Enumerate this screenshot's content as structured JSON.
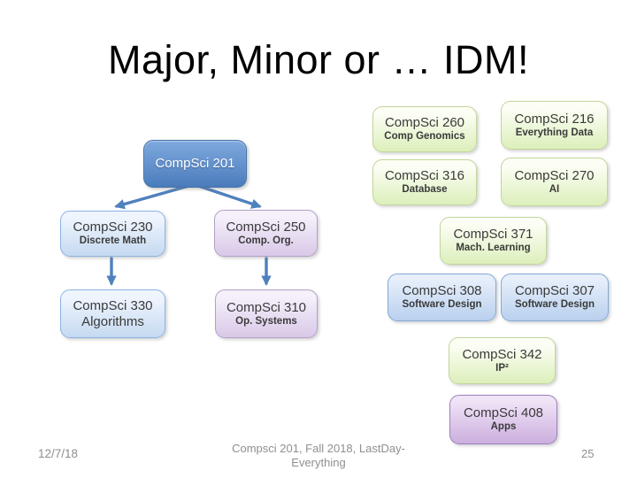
{
  "title": "Major, Minor or … IDM!",
  "boxes": {
    "cs201": {
      "number": "CompSci 201",
      "name": ""
    },
    "cs230": {
      "number": "CompSci 230",
      "name": "Discrete Math"
    },
    "cs250": {
      "number": "CompSci 250",
      "name": "Comp. Org."
    },
    "cs330": {
      "number": "CompSci 330",
      "name": "Algorithms"
    },
    "cs310": {
      "number": "CompSci 310",
      "name": "Op. Systems"
    },
    "cs260": {
      "number": "CompSci 260",
      "name": "Comp Genomics"
    },
    "cs216": {
      "number": "CompSci 216",
      "name": "Everything Data"
    },
    "cs316": {
      "number": "CompSci 316",
      "name": "Database"
    },
    "cs270": {
      "number": "CompSci 270",
      "name": "AI"
    },
    "cs371": {
      "number": "CompSci 371",
      "name": "Mach. Learning"
    },
    "cs308": {
      "number": "CompSci 308",
      "name": "Software Design"
    },
    "cs307": {
      "number": "CompSci 307",
      "name": "Software Design"
    },
    "cs342": {
      "number": "CompSci 342",
      "name": "IP²"
    },
    "cs408": {
      "number": "CompSci 408",
      "name": "Apps"
    }
  },
  "footer": {
    "date": "12/7/18",
    "caption_line1": "Compsci 201, Fall 2018,  LastDay-",
    "caption_line2": "Everything",
    "slide_number": "25"
  },
  "colors": {
    "title_text": "#000000",
    "box_text": "#3a3a3a",
    "arrow": "#4f81bd",
    "root_text": "#ffffff",
    "root_fill_top": "#7fa9de",
    "root_fill_bottom": "#4a7cbc",
    "root_border": "#4472a8",
    "green_fill_top": "#fcfef5",
    "green_fill_bottom": "#dcefbb",
    "green_border": "#c2d69b",
    "lightblue_fill_top": "#eff5fd",
    "lightblue_fill_bottom": "#c5d9f1",
    "lightblue_border": "#8db3e2",
    "midblue_fill_top": "#e7effb",
    "midblue_fill_bottom": "#b9d0ee",
    "midblue_border": "#85a9d6",
    "purple_fill_top": "#f5f0fa",
    "purple_fill_bottom": "#d9c8e8",
    "purple_border": "#b2a2c7",
    "deeppurple_fill_top": "#f0e5f7",
    "deeppurple_fill_bottom": "#ccaede",
    "deeppurple_border": "#9e7fc0",
    "footer_text": "#8f8f8f"
  }
}
